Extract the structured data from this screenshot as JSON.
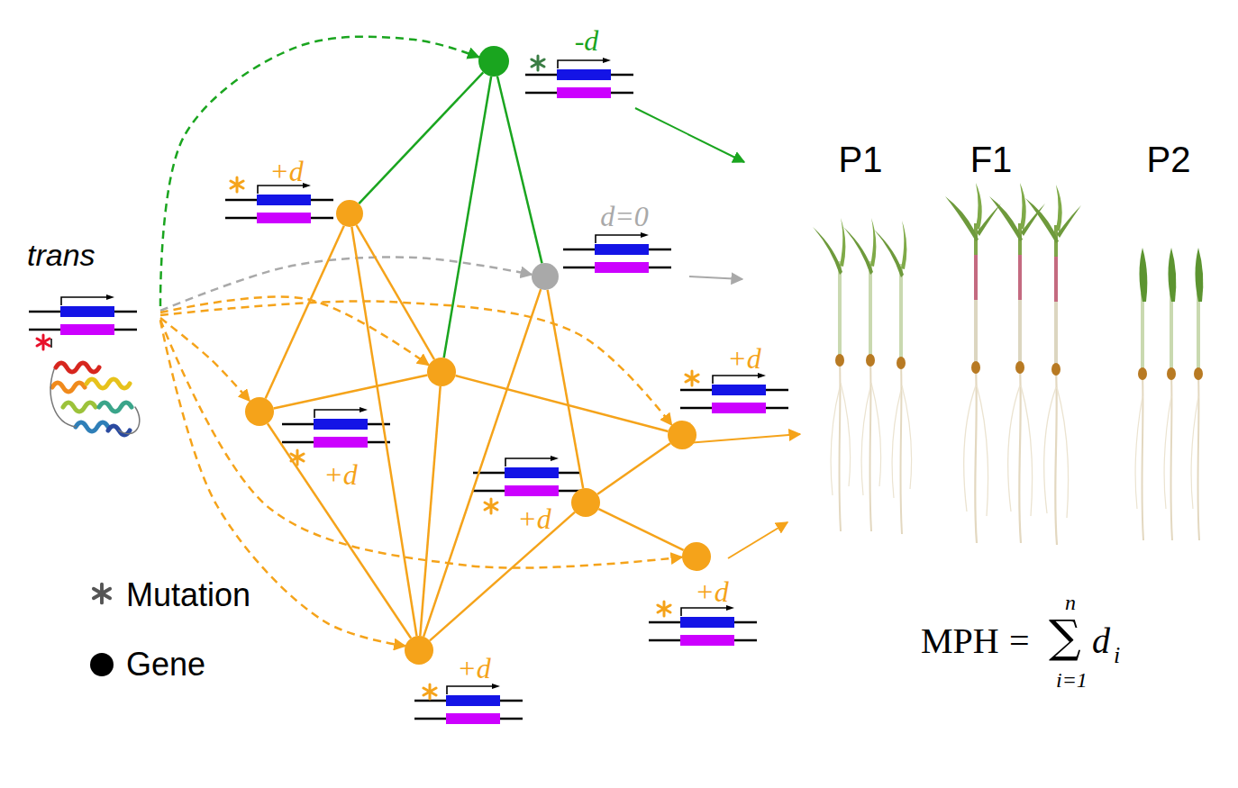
{
  "diagram": {
    "nodes": [
      {
        "text": [
          "-d"
        ]
      },
      {
        "text": [
          "+d"
        ]
      },
      {
        "text": [
          "trans"
        ]
      },
      {
        "text": [
          "d=0"
        ]
      },
      {
        "text": []
      },
      {
        "text": [
          "+d"
        ]
      },
      {
        "text": [
          "+d"
        ]
      },
      {
        "text": [
          "+d"
        ]
      },
      {
        "text": [
          "+d"
        ]
      },
      {
        "text": [
          "+d"
        ]
      }
    ],
    "edges": [
      {
        "from": 2,
        "to": 0,
        "arrow": "to"
      },
      {
        "from": 2,
        "to": 3,
        "arrow": "to"
      },
      {
        "from": 2,
        "to": 4,
        "arrow": "to"
      },
      {
        "from": 2,
        "to": 6,
        "arrow": "to"
      },
      {
        "from": 2,
        "to": 5,
        "arrow": "to"
      },
      {
        "from": 2,
        "to": 9,
        "arrow": "to"
      },
      {
        "from": 2,
        "to": 8,
        "arrow": "to"
      },
      {
        "from": 0,
        "to": 1,
        "arrow": "none"
      },
      {
        "from": 0,
        "to": 4,
        "arrow": "none"
      },
      {
        "from": 0,
        "to": 3,
        "arrow": "none"
      },
      {
        "from": 1,
        "to": 5,
        "arrow": "none"
      },
      {
        "from": 1,
        "to": 4,
        "arrow": "none"
      },
      {
        "from": 1,
        "to": 9,
        "arrow": "none"
      },
      {
        "from": 5,
        "to": 4,
        "arrow": "none"
      },
      {
        "from": 5,
        "to": 9,
        "arrow": "none"
      },
      {
        "from": 4,
        "to": 6,
        "arrow": "none"
      },
      {
        "from": 4,
        "to": 9,
        "arrow": "none"
      },
      {
        "from": 3,
        "to": 9,
        "arrow": "none"
      },
      {
        "from": 3,
        "to": 7,
        "arrow": "none"
      },
      {
        "from": 7,
        "to": 6,
        "arrow": "none"
      },
      {
        "from": 7,
        "to": 8,
        "arrow": "none"
      },
      {
        "from": 7,
        "to": 9,
        "arrow": "none"
      }
    ],
    "labels": [
      "P1",
      "F1",
      "P2",
      "MPH",
      "=",
      "n",
      "∑",
      "i=1",
      "d",
      "i"
    ],
    "legend": [
      {
        "text": "Mutation"
      },
      {
        "text": "Gene"
      }
    ]
  }
}
